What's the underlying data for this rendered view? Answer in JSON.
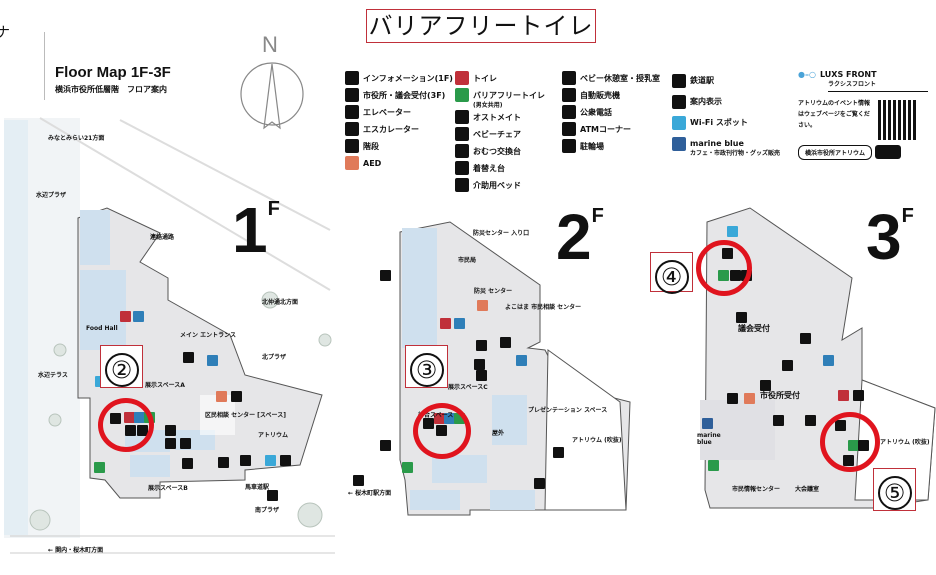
{
  "title": "バリアフリートイレ",
  "corner_fragment": "ナ",
  "header": {
    "title": "Floor Map 1F-3F",
    "subtitle": "横浜市役所低層階　フロア案内",
    "compass": "N"
  },
  "legend": {
    "col1": [
      "インフォメーション(1F)",
      "市役所・議会受付(3F)",
      "エレベーター",
      "エスカレーター",
      "階段",
      "AED"
    ],
    "col2": [
      "トイレ",
      "バリアフリートイレ",
      "オストメイト",
      "ベビーチェア",
      "おむつ交換台",
      "着替え台",
      "介助用ベッド"
    ],
    "col2_sub": "(男女共用)",
    "col3": [
      "ベビー休憩室・授乳室",
      "自動販売機",
      "公衆電話",
      "ATMコーナー",
      "駐輪場"
    ],
    "col4": [
      "鉄道駅",
      "案内表示",
      "Wi-Fi スポット",
      "marine blue"
    ],
    "col4_sub": "カフェ・市政刊行物・グッズ販売",
    "luxs": {
      "title": "LUXS FRONT",
      "subtitle": "ラクシスフロント",
      "text": "アトリウムのイベント情報はウェブページをご覧ください。",
      "search_label": "横浜市役所アトリウム"
    }
  },
  "floors": [
    {
      "label": "1",
      "sup": "F",
      "labels": [
        "みなとみらい21方面",
        "水辺プラザ",
        "連絡通路",
        "北仲通北方面",
        "Food Hall",
        "メイン エントランス",
        "北プラザ",
        "水辺テラス",
        "展示スペースA",
        "区民相談 センター [スペース]",
        "アトリウム",
        "展示スペースB",
        "馬車道駅",
        "南プラザ",
        "← 関内・桜木町方面"
      ]
    },
    {
      "label": "2",
      "sup": "F",
      "labels": [
        "防災センター 入り口",
        "市民局",
        "防災 センター",
        "よこはま 市民相談 センター",
        "展示スペースC",
        "待合スペース",
        "プレゼンテーション スペース",
        "屋外",
        "アトリウム (吹抜)",
        "← 桜木町駅方面"
      ]
    },
    {
      "label": "3",
      "sup": "F",
      "labels": [
        "議会受付",
        "市役所受付",
        "marine blue",
        "アトリウム (吹抜)",
        "市民情報センター",
        "大会議室"
      ]
    }
  ],
  "markers": [
    "②",
    "③",
    "④",
    "⑤"
  ],
  "colors": {
    "accent": "#e0141e",
    "frame": "#c0303a",
    "room": "#cfe0ee",
    "floor": "#e6e6e8",
    "green": "#2a9a4a",
    "blue": "#2f7fb8"
  }
}
